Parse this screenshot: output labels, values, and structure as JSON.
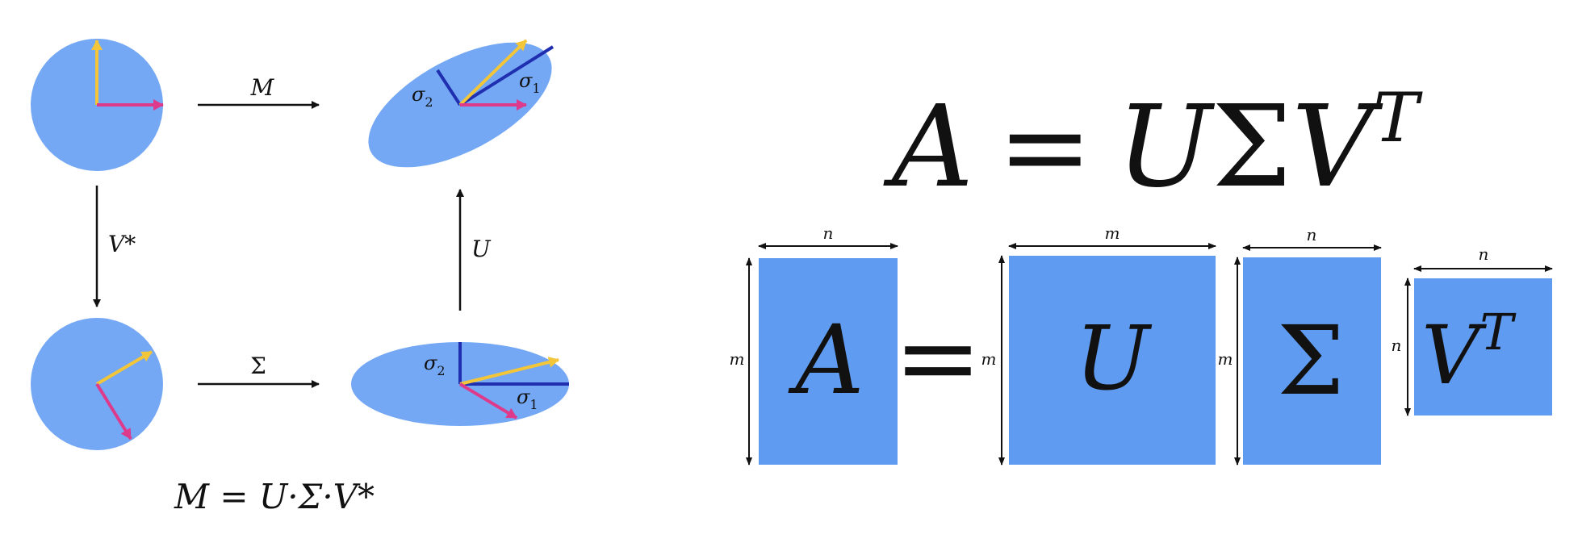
{
  "svd_geometric_diagram": {
    "arrow_labels": {
      "top": "M",
      "left": "V*",
      "bottom": "Σ",
      "right": "U"
    },
    "sigma_labels": {
      "top_sigma2": "σ",
      "top_sigma2_sub": "2",
      "top_sigma1": "σ",
      "top_sigma1_sub": "1",
      "bottom_sigma2": "σ",
      "bottom_sigma2_sub": "2",
      "bottom_sigma1": "σ",
      "bottom_sigma1_sub": "1"
    },
    "formula": "M = U·Σ·V*",
    "colors": {
      "shape_fill": "#74a8f4",
      "vector_yellow": "#f2c638",
      "vector_magenta": "#de3a8c",
      "axis_blue": "#1f2fb0",
      "arrow": "#111111"
    }
  },
  "svd_matrix_diagram": {
    "equation": {
      "lhs": "A",
      "equals": "=",
      "u": "U",
      "sigma": "Σ",
      "v": "V",
      "v_superscript": "T"
    },
    "blocks": [
      {
        "symbol": "A",
        "top_dim": "n",
        "side_dim": "m"
      },
      {
        "symbol": "U",
        "top_dim": "m",
        "side_dim": "m"
      },
      {
        "symbol": "Σ",
        "top_dim": "n",
        "side_dim": "m"
      },
      {
        "symbol": "V",
        "superscript": "T",
        "top_dim": "n",
        "side_dim": "n"
      }
    ],
    "equals_sign": "=",
    "colors": {
      "block_fill": "#5f9cf1"
    }
  }
}
